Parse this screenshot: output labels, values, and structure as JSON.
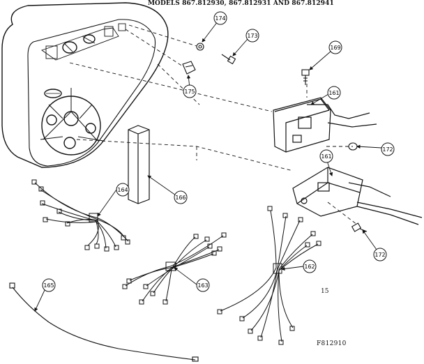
{
  "header": {
    "models": "MODELS 867.812930, 867.812931 AND 867.812941"
  },
  "page_number": "15",
  "figure_id": "F812910",
  "callouts": {
    "c174": "174",
    "c173": "173",
    "c169": "169",
    "c175": "175",
    "c161a": "161",
    "c161b": "161",
    "c172a": "172",
    "c172b": "172",
    "c166": "166",
    "c164": "164",
    "c165": "165",
    "c163": "163",
    "c162": "162"
  }
}
